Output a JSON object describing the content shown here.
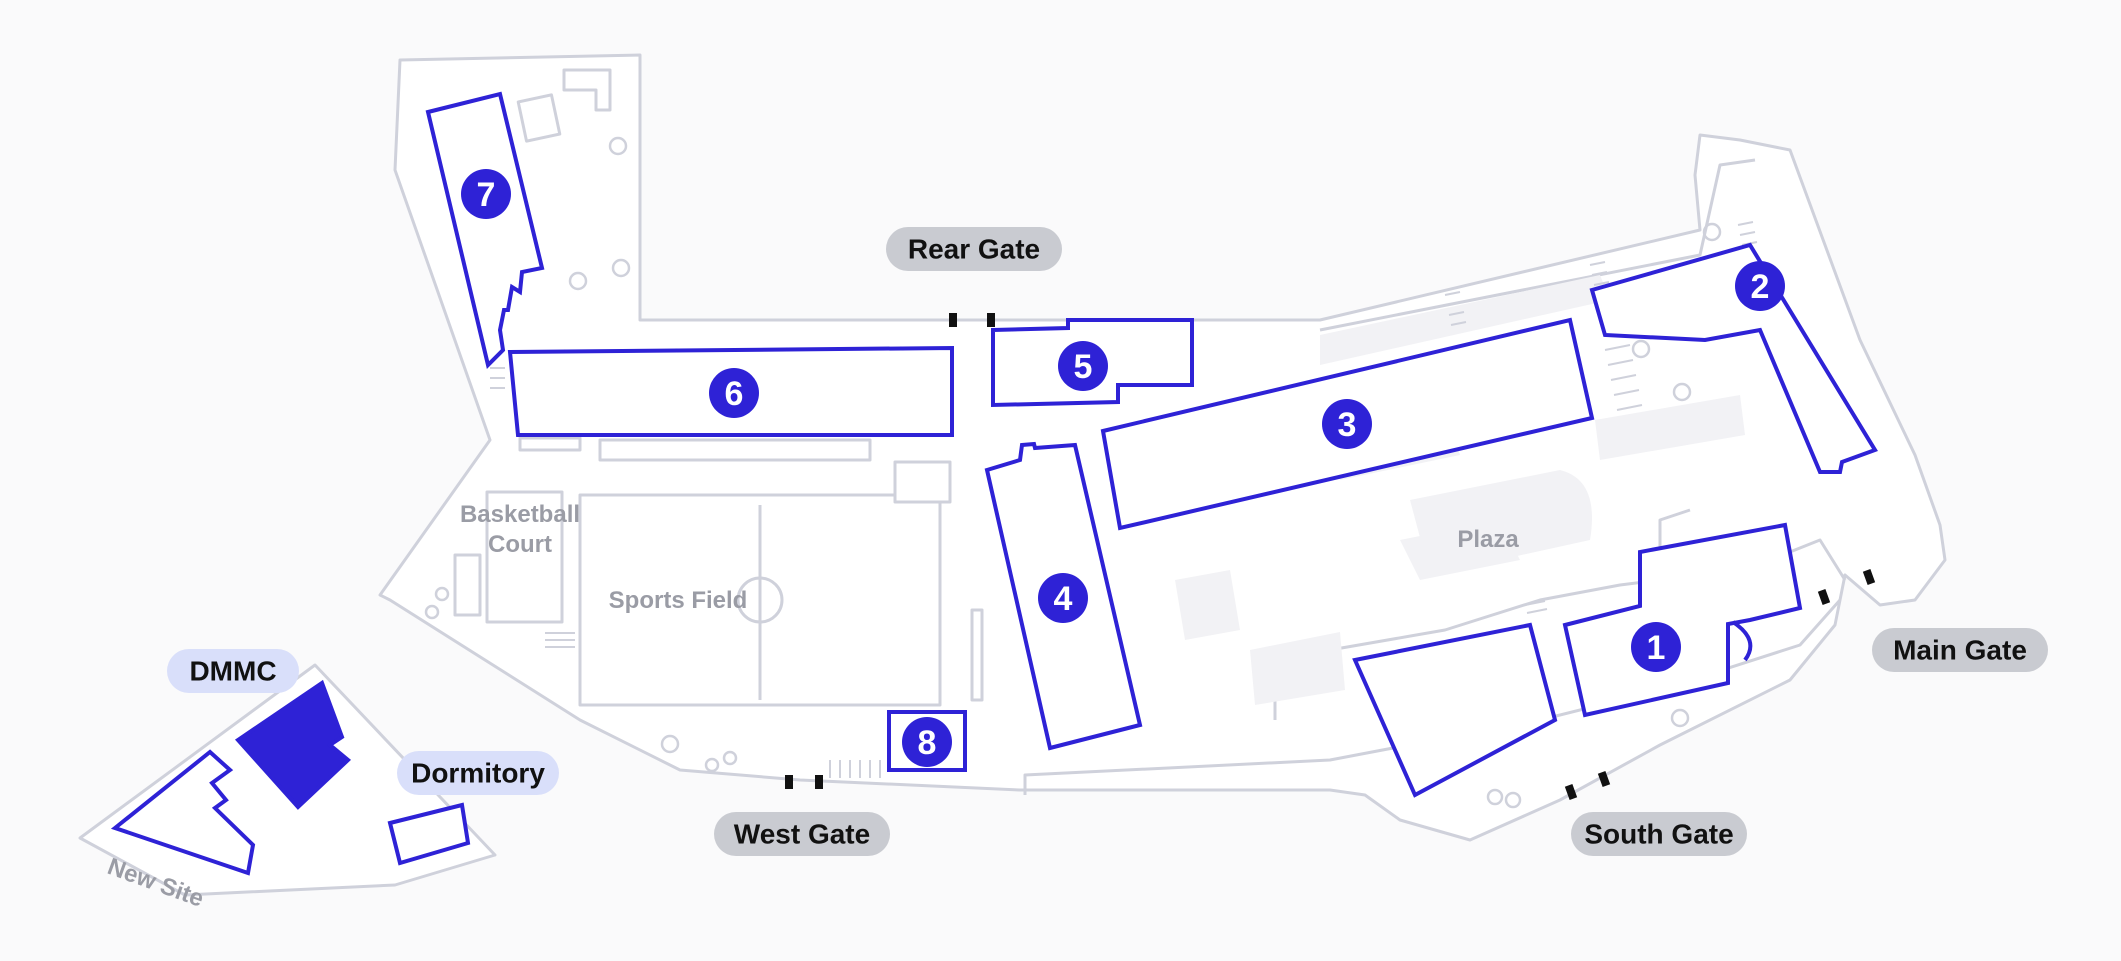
{
  "map": {
    "colors": {
      "building_outline": "#2e22d6",
      "badge_fill": "#2e22d6",
      "ground_outline": "#cfd1db",
      "gate_label_bg": "#c9cbd1",
      "offsite_label_bg": "#d9dffa",
      "area_label_text": "#9a9ca5"
    },
    "buildings": [
      {
        "number": "1"
      },
      {
        "number": "2"
      },
      {
        "number": "3"
      },
      {
        "number": "4"
      },
      {
        "number": "5"
      },
      {
        "number": "6"
      },
      {
        "number": "7"
      },
      {
        "number": "8"
      }
    ],
    "gates": {
      "rear": "Rear Gate",
      "main": "Main Gate",
      "south": "South Gate",
      "west": "West Gate"
    },
    "offsite": {
      "dmmc": "DMMC",
      "dormitory": "Dormitory",
      "new_site": "New Site"
    },
    "areas": {
      "basketball_court_line1": "Basketball",
      "basketball_court_line2": "Court",
      "sports_field": "Sports Field",
      "plaza": "Plaza"
    },
    "icons": {
      "tree": "tree-icon",
      "stairs": "stairs-icon",
      "gate_post": "gate-post-icon"
    }
  }
}
